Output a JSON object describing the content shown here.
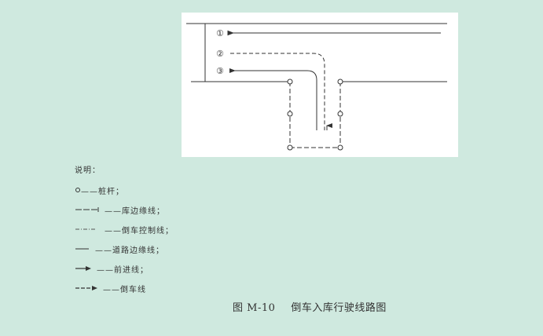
{
  "diagram": {
    "lane_markers": [
      "①",
      "②",
      "③"
    ]
  },
  "legend": {
    "title": "说明：",
    "items": [
      {
        "id": "pole",
        "label": "——桩杆；"
      },
      {
        "id": "garage-edge",
        "label": "——库边缘线；"
      },
      {
        "id": "control-line",
        "label": "——倒车控制线；"
      },
      {
        "id": "road-edge",
        "label": "——道路边缘线；"
      },
      {
        "id": "forward",
        "label": "——前进线；"
      },
      {
        "id": "reverse",
        "label": "——倒车线"
      }
    ]
  },
  "caption": {
    "number": "图 M-10",
    "title": "倒车入库行驶线路图"
  },
  "colors": {
    "background": "#cfe9df",
    "line": "#333333"
  }
}
